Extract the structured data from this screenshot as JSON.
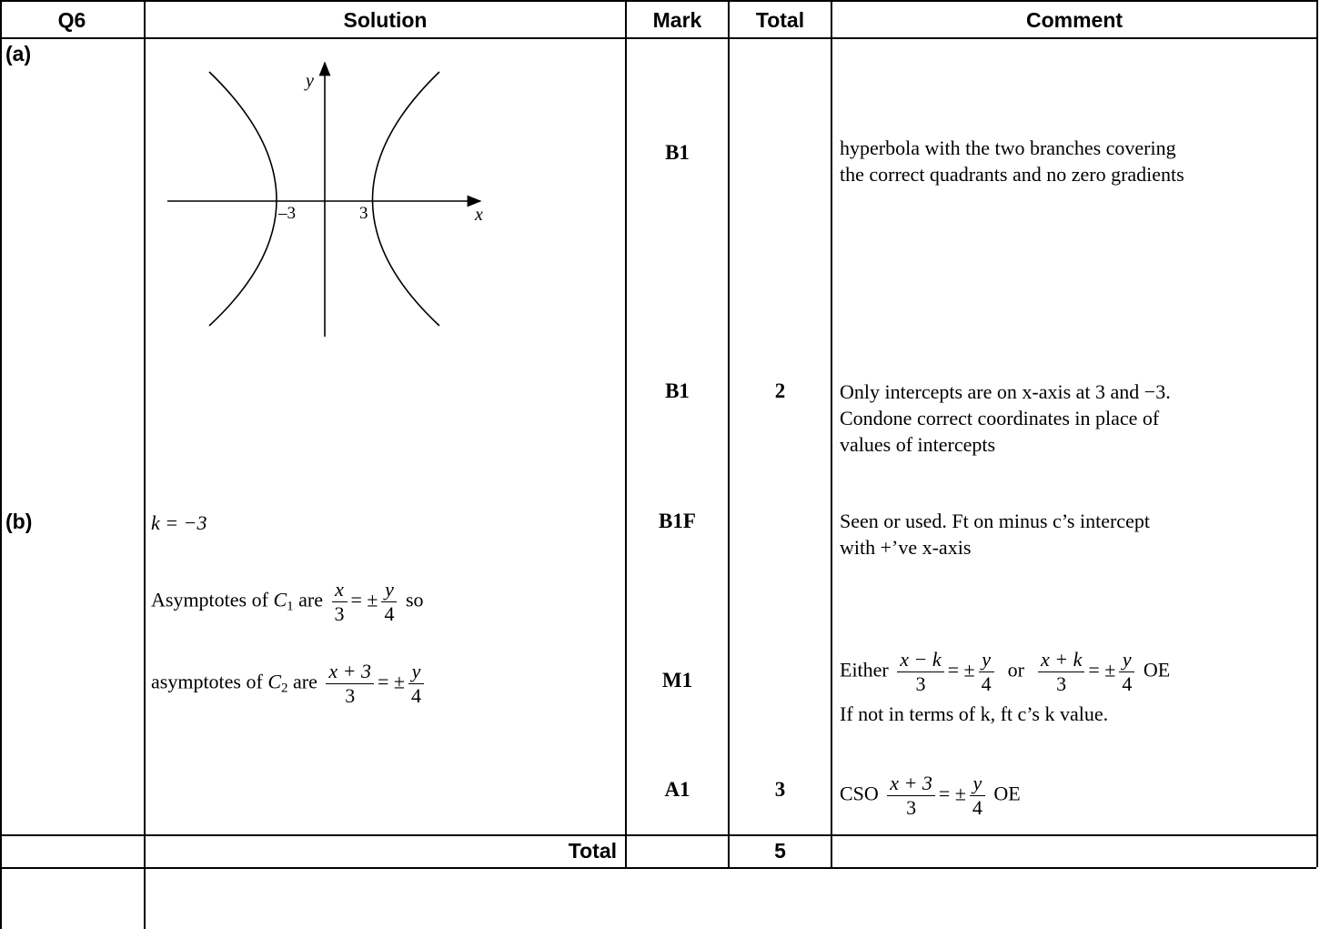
{
  "headers": {
    "q": "Q6",
    "solution": "Solution",
    "mark": "Mark",
    "total": "Total",
    "comment": "Comment"
  },
  "part_a": {
    "label": "(a)",
    "graph": {
      "y_label": "y",
      "x_label": "x",
      "neg_intercept": "–3",
      "pos_intercept": "3"
    },
    "rows": [
      {
        "mark": "B1",
        "total": "",
        "comment": [
          "hyperbola with the two branches covering",
          "the correct quadrants and no zero gradients"
        ]
      },
      {
        "mark": "B1",
        "total": "2",
        "comment": [
          "Only intercepts are on x-axis at 3 and −3.",
          "Condone correct coordinates in place of",
          "values of intercepts"
        ]
      }
    ]
  },
  "part_b": {
    "label": "(b)",
    "k_line": "k = −3",
    "asym_c1": {
      "prefix": "Asymptotes of",
      "curve": "C",
      "sub": "1",
      "are": "are",
      "lhs_num": "x",
      "lhs_den": "3",
      "eq": "= ±",
      "rhs_num": "y",
      "rhs_den": "4",
      "suffix": "so"
    },
    "asym_c2": {
      "prefix": "asymptotes of",
      "curve": "C",
      "sub": "2",
      "are": "are",
      "lhs_num": "x + 3",
      "lhs_den": "3",
      "eq": "= ±",
      "rhs_num": "y",
      "rhs_den": "4"
    },
    "rows": [
      {
        "mark": "B1F",
        "total": "",
        "comment": [
          "Seen or used.   Ft on minus c’s intercept",
          "with +’ve x-axis"
        ]
      },
      {
        "mark": "M1",
        "total": "",
        "comment_either": "Either",
        "frac1_num": "x − k",
        "frac1_den": "3",
        "eq": "= ±",
        "frac_y": "y",
        "frac_4": "4",
        "or": "or",
        "frac2_num": "x + k",
        "frac2_den": "3",
        "oe": "OE",
        "comment_line2": "If not in terms of k, ft c’s  k value."
      },
      {
        "mark": "A1",
        "total": "3",
        "cso": "CSO",
        "frac_num": "x + 3",
        "frac_den": "3",
        "eq": "= ±",
        "frac_y": "y",
        "frac_4": "4",
        "oe": "OE"
      }
    ]
  },
  "footer": {
    "total_label": "Total",
    "total_value": "5"
  }
}
